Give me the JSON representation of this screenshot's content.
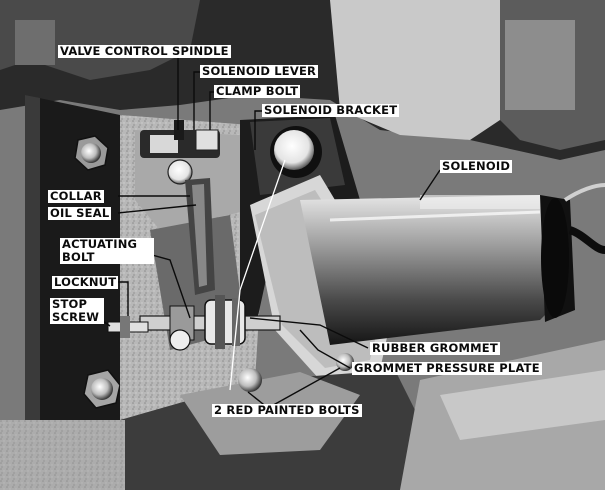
{
  "diagram": {
    "labels": {
      "valve_control_spindle": "VALVE CONTROL SPINDLE",
      "solenoid_lever": "SOLENOID LEVER",
      "clamp_bolt": "CLAMP BOLT",
      "solenoid_bracket": "SOLENOID BRACKET",
      "solenoid": "SOLENOID",
      "collar": "COLLAR",
      "oil_seal": "OIL SEAL",
      "actuating_bolt": "ACTUATING BOLT",
      "locknut": "LOCKNUT",
      "stop_screw": "STOP SCREW",
      "rubber_grommet": "RUBBER GROMMET",
      "grommet_pressure_plate": "GROMMET PRESSURE PLATE",
      "red_painted_bolts": "2 RED PAINTED BOLTS"
    },
    "colors": {
      "ink": "#0b0b0b",
      "paper": "#ffffff"
    }
  }
}
